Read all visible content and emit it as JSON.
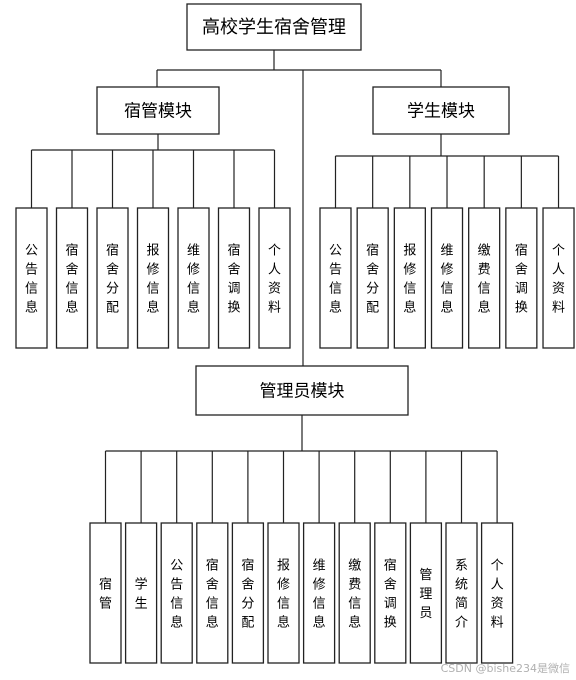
{
  "root": {
    "label": "高校学生宿舍管理"
  },
  "modules": [
    {
      "id": "dorm-manager",
      "label": "宿管模块",
      "children": [
        "公告信息",
        "宿舍信息",
        "宿舍分配",
        "报修信息",
        "维修信息",
        "宿舍调换",
        "个人资料"
      ]
    },
    {
      "id": "student",
      "label": "学生模块",
      "children": [
        "公告信息",
        "宿舍分配",
        "报修信息",
        "维修信息",
        "缴费信息",
        "宿舍调换",
        "个人资料"
      ]
    },
    {
      "id": "admin",
      "label": "管理员模块",
      "children": [
        "宿管",
        "学生",
        "公告信息",
        "宿舍信息",
        "宿舍分配",
        "报修信息",
        "维修信息",
        "缴费信息",
        "宿舍调换",
        "管理员",
        "系统简介",
        "个人资料"
      ]
    }
  ],
  "watermark": "CSDN @bishe234是微信"
}
